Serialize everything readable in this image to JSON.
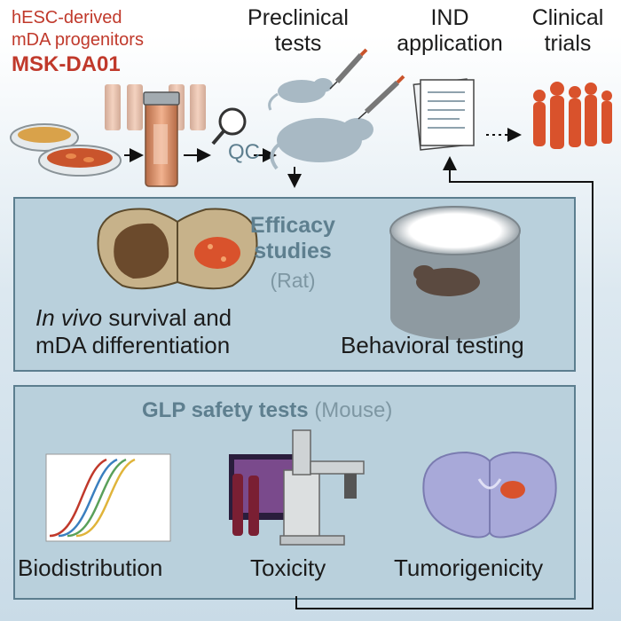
{
  "source": {
    "line1": "hESC-derived",
    "line2": "mDA progenitors",
    "name": "MSK-DA01"
  },
  "qc_label": "QC",
  "stages": {
    "preclinical": [
      "Preclinical",
      "tests"
    ],
    "ind": [
      "IND",
      "application"
    ],
    "clinical": [
      "Clinical",
      "trials"
    ]
  },
  "efficacy": {
    "title_line1": "Efficacy",
    "title_line2": "studies",
    "subtitle": "(Rat)",
    "survival_italic": "In vivo",
    "survival_rest": " survival and",
    "survival_line2": "mDA differentiation",
    "behavior_label": "Behavioral testing"
  },
  "safety": {
    "title": "GLP safety tests",
    "subtitle": "(Mouse)",
    "biodistribution": "Biodistribution",
    "toxicity": "Toxicity",
    "tumorigenicity": "Tumorigenicity"
  },
  "colors": {
    "accent_red": "#c0392b",
    "panel_fill": "#b9d0dc",
    "panel_border": "#5c7e8f",
    "teal_text": "#5e7f8f",
    "animal": "#a8b9c4",
    "figures": "#d9522c"
  }
}
